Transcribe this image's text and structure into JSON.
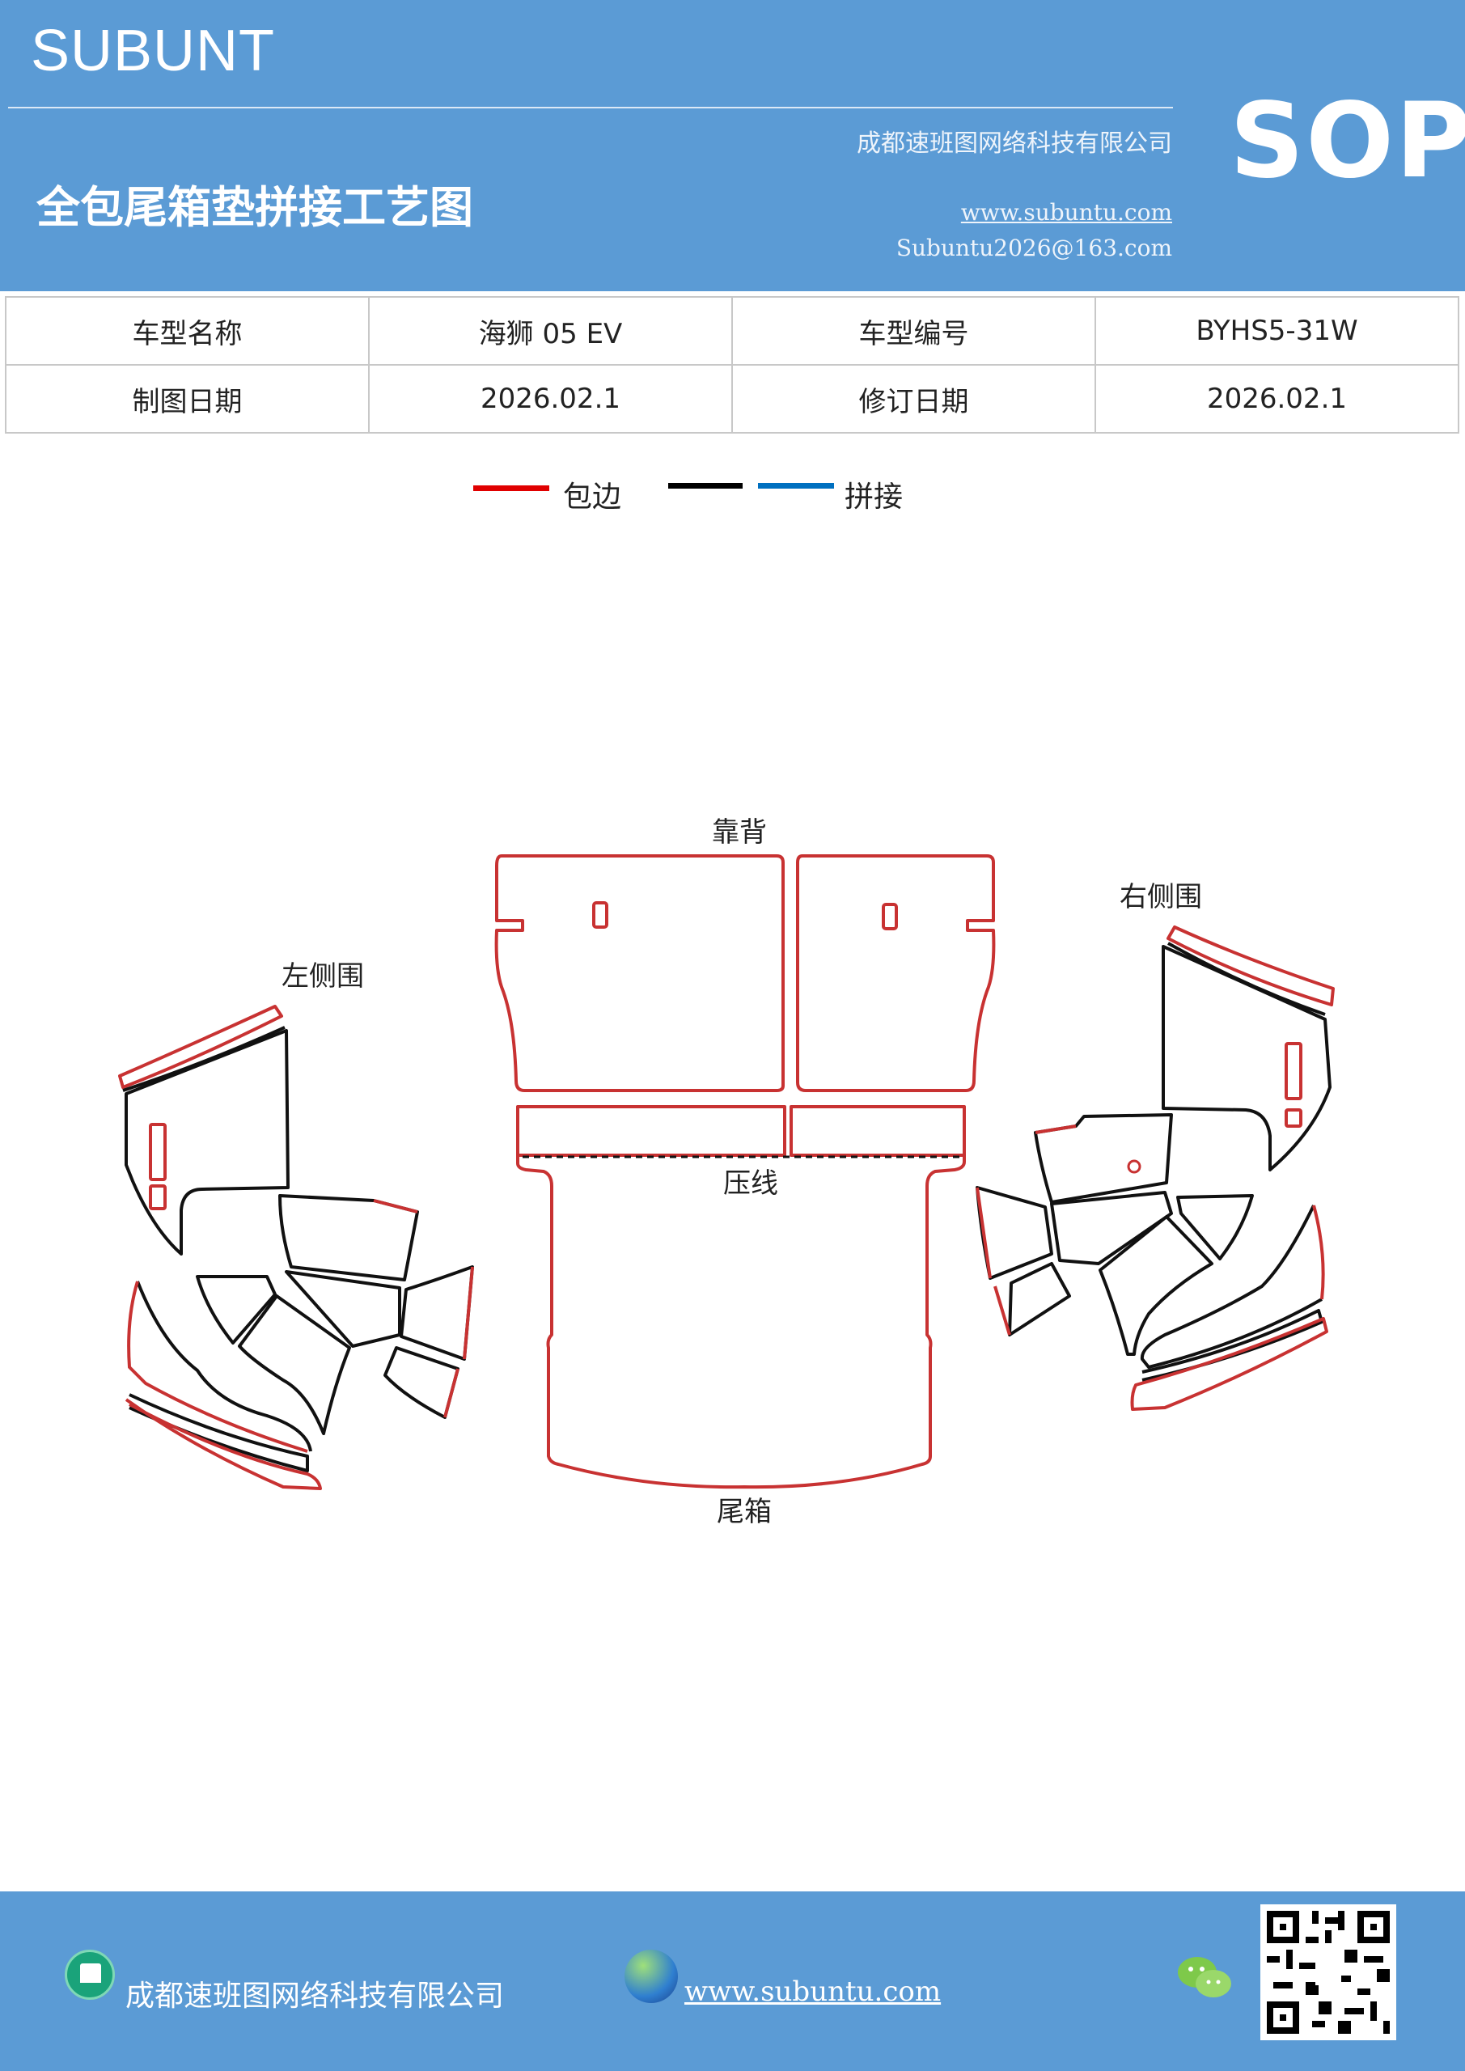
{
  "header": {
    "brand": "SUBUNT",
    "title": "全包尾箱垫拼接工艺图",
    "company": "成都速班图网络科技有限公司",
    "website": "www.subuntu.com",
    "email": "Subuntu2026@163.com",
    "badge": "SOP",
    "background_color": "#5b9bd5"
  },
  "info_table": {
    "rows": [
      [
        "车型名称",
        "海狮 05  EV",
        "车型编号",
        "BYHS5-31W"
      ],
      [
        "制图日期",
        "2026.02.1",
        "修订日期",
        "2026.02.1"
      ]
    ]
  },
  "legend": {
    "edge_label": "包边",
    "splice_label": "拼接",
    "edge_color": "#e00000",
    "black_color": "#000000",
    "splice_color": "#0070c0"
  },
  "diagram": {
    "label_backrest": "靠背",
    "label_left": "左侧围",
    "label_right": "右侧围",
    "label_crease": "压线",
    "label_trunk": "尾箱"
  },
  "footer": {
    "company": "成都速班图网络科技有限公司",
    "website": "www.subuntu.com",
    "icons": [
      "company-icon",
      "globe-icon",
      "wechat-icon",
      "qr-code"
    ]
  }
}
